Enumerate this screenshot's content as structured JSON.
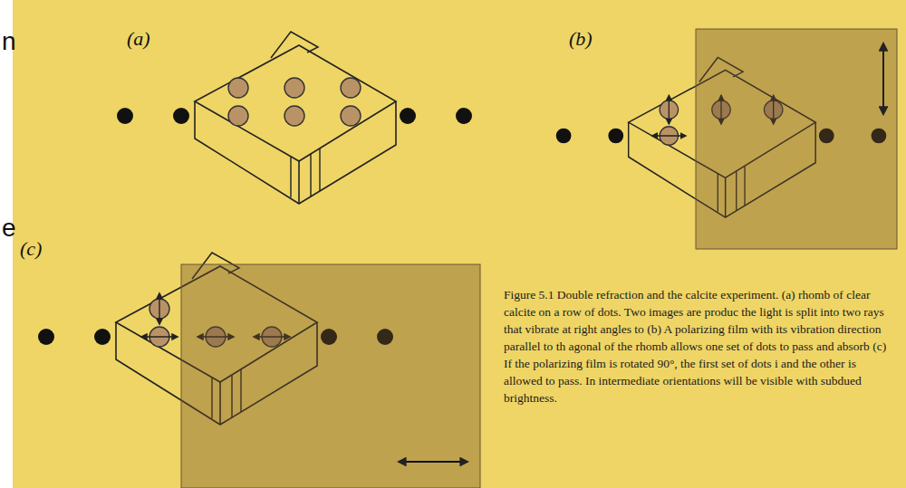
{
  "diagram": {
    "caption": "Figure 5.1 Double refraction and the calcite experiment. (a) rhomb of clear calcite on a row of dots. Two images are produc the light is split into two rays that vibrate at right angles to (b) A polarizing film with its vibration direction parallel to th agonal of the rhomb allows one set of dots to pass and absorb (c) If the polarizing film is rotated 90°, the first set of dots i and the other is allowed to pass. In intermediate orientations will be visible with subdued brightness.",
    "labels": [
      "n",
      "e",
      "(a)",
      "(b)",
      "(c)"
    ]
  }
}
